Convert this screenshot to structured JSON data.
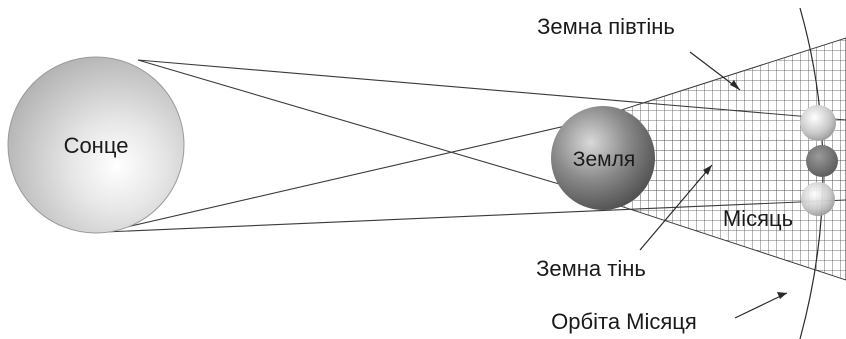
{
  "diagram": {
    "labels": {
      "sun": "Сонце",
      "earth": "Земля",
      "moon": "Місяць",
      "penumbra": "Земна півтінь",
      "umbra": "Земна тінь",
      "moon_orbit": "Орбіта Місяця"
    },
    "colors": {
      "sun_fill_light": "#f2f2f2",
      "sun_fill_dark": "#bdbdbd",
      "earth_fill_light": "#bdbdbd",
      "earth_fill_dark": "#4d4d4d",
      "moon_fill": "#d0d0d0",
      "lines": "#3a3a3a",
      "grid": "#555555"
    },
    "icons": [
      "sun-sphere",
      "earth-sphere",
      "moon-sphere"
    ]
  }
}
